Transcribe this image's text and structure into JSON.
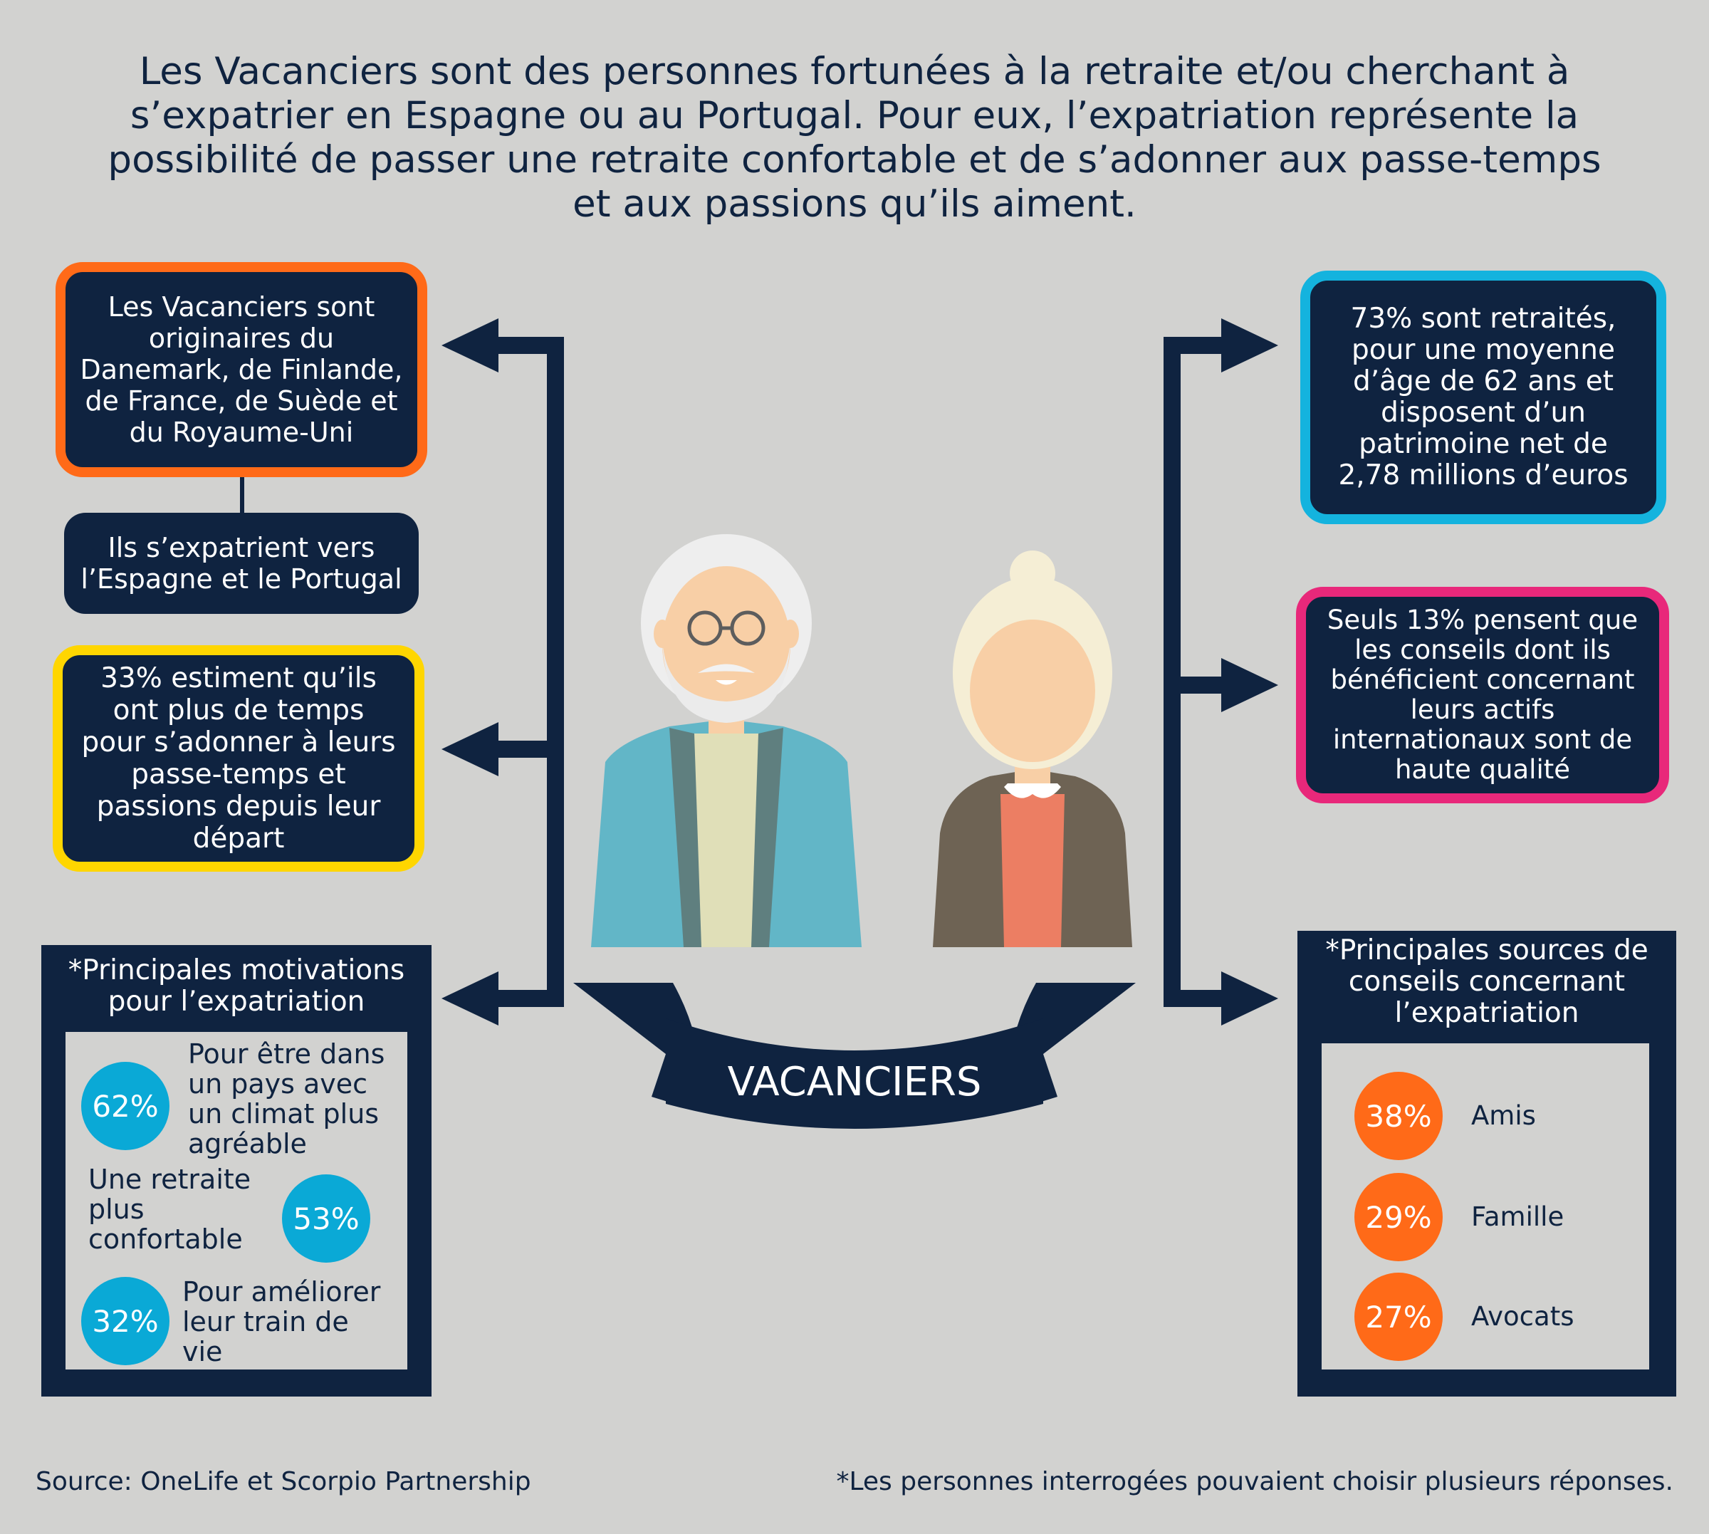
{
  "intro_text": "Les  Vacanciers  sont des personnes fortunées à la retraite et/ou cherchant à s’expatrier en Espagne ou au Portugal. Pour eux, l’expatriation représente la possibilité de passer une retraite confortable et de s’adonner aux passe-temps et aux passions qu’ils aiment.",
  "left": {
    "origin_text": "Les  Vacanciers sont originaires du Danemark, de Finlande, de France, de Suède et du Royaume-Uni",
    "destination_text": "Ils s’expatrient vers l’Espagne et le Portugal",
    "time_text": "33% estiment qu’ils ont plus de temps pour s’adonner à leurs passe-temps et passions depuis leur départ",
    "motivations": {
      "title": "*Principales motivations pour l’expatriation",
      "items": [
        {
          "value": "62%",
          "label": "Pour être dans un pays avec un climat plus agréable"
        },
        {
          "value": "53%",
          "label": "Une retraite plus confortable"
        },
        {
          "value": "32%",
          "label": "Pour améliorer leur train de vie"
        }
      ]
    }
  },
  "right": {
    "retired_text": "73% sont retraités, pour une moyenne d’âge de 62 ans et disposent d’un patrimoine net de 2,78 millions d’euros",
    "advice_text": "Seuls 13% pensent que les conseils dont ils bénéficient concernant leurs actifs internationaux sont de haute qualité",
    "sources": {
      "title": "*Principales sources de conseils concernant l’expatriation",
      "items": [
        {
          "value": "38%",
          "label": "Amis"
        },
        {
          "value": "29%",
          "label": "Famille"
        },
        {
          "value": "27%",
          "label": "Avocats"
        }
      ]
    }
  },
  "banner_label": "VACANCIERS",
  "footer": {
    "source": "Source: OneLife et Scorpio Partnership",
    "note": "*Les personnes interrogées pouvaient choisir plusieurs réponses."
  },
  "colors": {
    "navy": "#0f2340",
    "orange_border": "#ff6a18",
    "yellow_border": "#ffd600",
    "cyan_border": "#14b3de",
    "magenta_border": "#e8287a",
    "stat_blue": "#0aa9d6",
    "stat_orange": "#ff6a18",
    "background": "#d2d2d0"
  },
  "icons": [
    "arrow-left-icon",
    "arrow-right-icon",
    "elderly-man-icon",
    "elderly-woman-icon",
    "ribbon-banner-icon"
  ]
}
